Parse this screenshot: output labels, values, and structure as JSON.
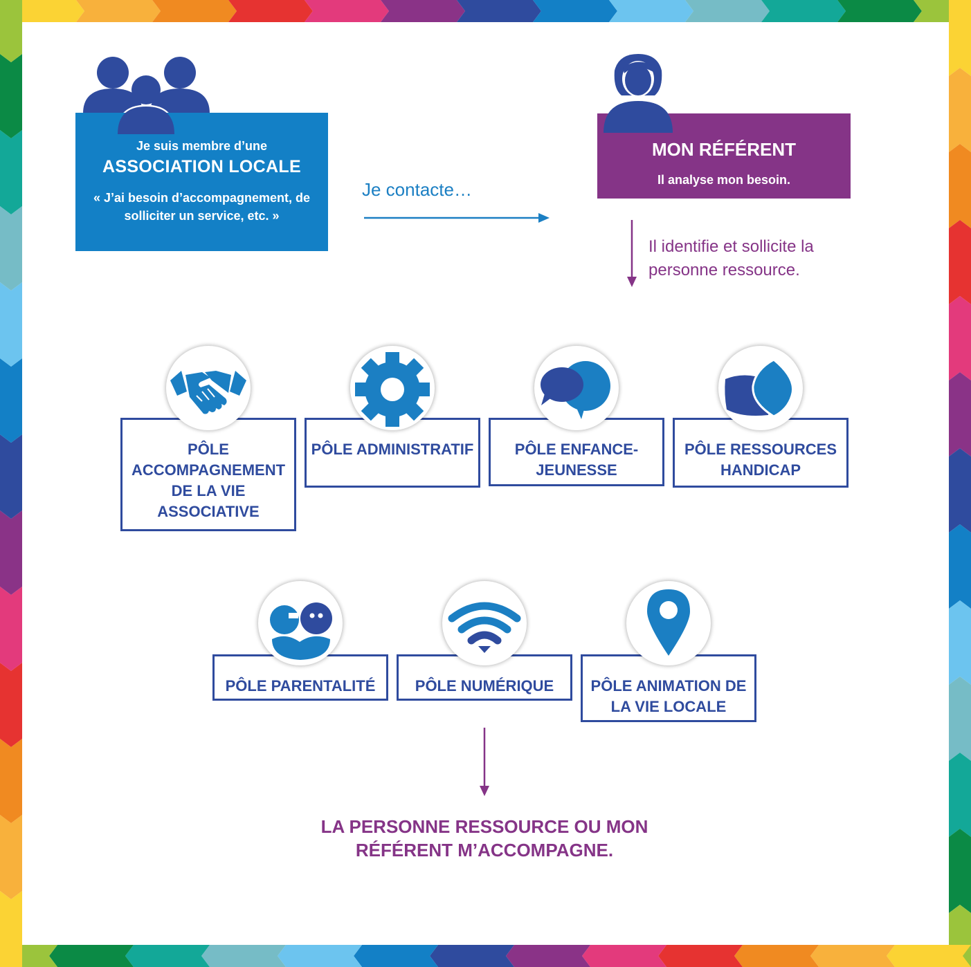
{
  "association": {
    "line1": "Je suis membre d’une",
    "line2": "ASSOCIATION LOCALE",
    "quote": "« J’ai besoin d’accompagnement, de solliciter un service, etc. »"
  },
  "contact_label": "Je contacte…",
  "referent": {
    "title": "MON RÉFÉRENT",
    "subtitle": "Il analyse mon besoin."
  },
  "identify_text": "Il identifie et sollicite la personne ressource.",
  "poles_row1": [
    {
      "label": "PÔLE ACCOMPAGNEMENT DE LA VIE ASSOCIATIVE",
      "icon": "handshake-icon"
    },
    {
      "label": "PÔLE ADMINISTRATIF",
      "icon": "gear-icon"
    },
    {
      "label": "PÔLE ENFANCE-JEUNESSE",
      "icon": "speech-bubbles-icon"
    },
    {
      "label": "PÔLE RESSOURCES HANDICAP",
      "icon": "leaves-icon"
    }
  ],
  "poles_row2": [
    {
      "label": "PÔLE PARENTALITÉ",
      "icon": "faces-icon"
    },
    {
      "label": "PÔLE NUMÉRIQUE",
      "icon": "wifi-icon"
    },
    {
      "label": "PÔLE ANIMATION DE LA VIE LOCALE",
      "icon": "location-pin-icon"
    }
  ],
  "final_text": "LA PERSONNE RESSOURCE OU MON RÉFÉRENT M’ACCOMPAGNE.",
  "colors": {
    "association_blue": "#1380c6",
    "referent_purple": "#853487",
    "pole_navy": "#2f4b9e",
    "icon_blue": "#1b7fc3"
  }
}
